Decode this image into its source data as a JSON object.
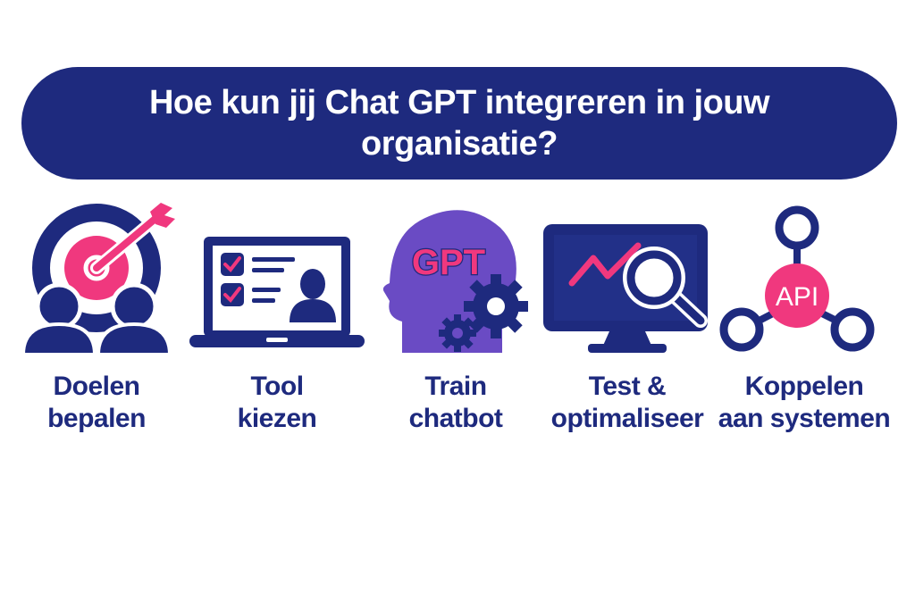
{
  "title": "Hoe kun jij Chat GPT integreren in jouw organisatie?",
  "colors": {
    "navy": "#1e2a7e",
    "pink": "#f0387e",
    "purple": "#6a4bc4",
    "white": "#ffffff"
  },
  "steps": [
    {
      "icon": "target-people-icon",
      "line1": "Doelen",
      "line2": "bepalen"
    },
    {
      "icon": "laptop-checklist-icon",
      "line1": "Tool",
      "line2": "kiezen"
    },
    {
      "icon": "head-gpt-gears-icon",
      "line1": "Train",
      "line2": "chatbot",
      "badge": "GPT"
    },
    {
      "icon": "monitor-magnifier-icon",
      "line1": "Test &",
      "line2": "optimaliseer"
    },
    {
      "icon": "api-network-icon",
      "line1": "Koppelen",
      "line2": "aan systemen",
      "badge": "API"
    }
  ]
}
